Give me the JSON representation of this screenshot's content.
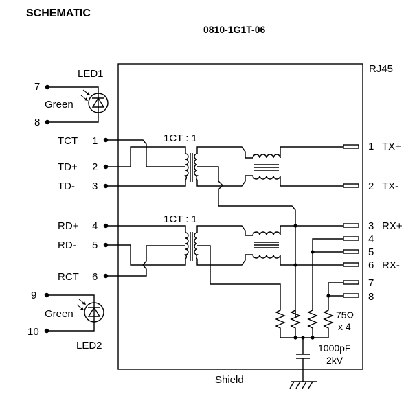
{
  "header": {
    "title": "SCHEMATIC",
    "part_number": "0810-1G1T-06"
  },
  "connector": {
    "label": "RJ45"
  },
  "transformers": {
    "ratio_top": "1CT : 1",
    "ratio_bottom": "1CT : 1"
  },
  "leds": {
    "led1": {
      "name": "LED1",
      "color": "Green",
      "pin_a": "7",
      "pin_b": "8"
    },
    "led2": {
      "name": "LED2",
      "color": "Green",
      "pin_a": "9",
      "pin_b": "10"
    }
  },
  "left_pins": [
    {
      "name": "TCT",
      "num": "1"
    },
    {
      "name": "TD+",
      "num": "2"
    },
    {
      "name": "TD-",
      "num": "3"
    },
    {
      "name": "RD+",
      "num": "4"
    },
    {
      "name": "RD-",
      "num": "5"
    },
    {
      "name": "RCT",
      "num": "6"
    }
  ],
  "right_pins": [
    {
      "num": "1",
      "name": "TX+"
    },
    {
      "num": "2",
      "name": "TX-"
    },
    {
      "num": "3",
      "name": "RX+"
    },
    {
      "num": "4",
      "name": ""
    },
    {
      "num": "5",
      "name": ""
    },
    {
      "num": "6",
      "name": "RX-"
    },
    {
      "num": "7",
      "name": ""
    },
    {
      "num": "8",
      "name": ""
    }
  ],
  "termination": {
    "resistor_value": "75Ω",
    "resistor_count": "x 4",
    "cap_value": "1000pF",
    "cap_voltage": "2kV"
  },
  "shield": {
    "label": "Shield"
  }
}
